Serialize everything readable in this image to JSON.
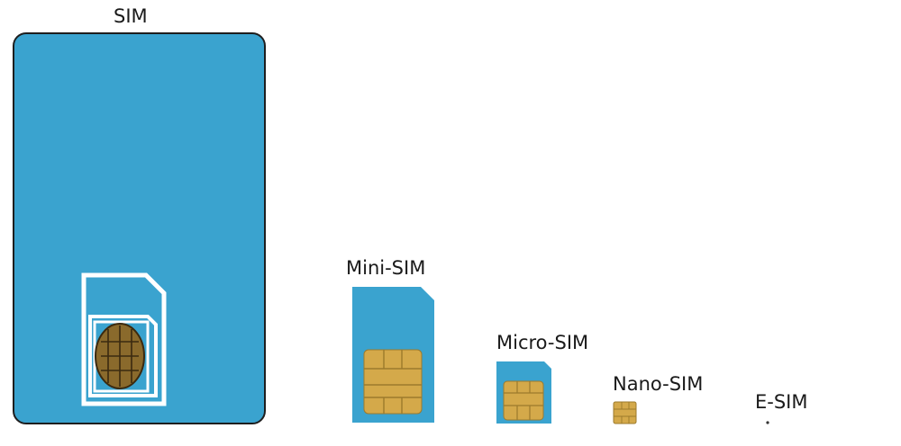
{
  "labels": {
    "sim": "SIM",
    "mini_sim": "Mini-SIM",
    "micro_sim": "Micro-SIM",
    "nano_sim": "Nano-SIM",
    "e_sim": "E-SIM"
  },
  "colors": {
    "card_blue": "#3aa3cf",
    "card_outline": "#1e1e1e",
    "chip_gold": "#d4a94a",
    "chip_dark": "#6b4c1e",
    "cutout_white": "#ffffff"
  }
}
